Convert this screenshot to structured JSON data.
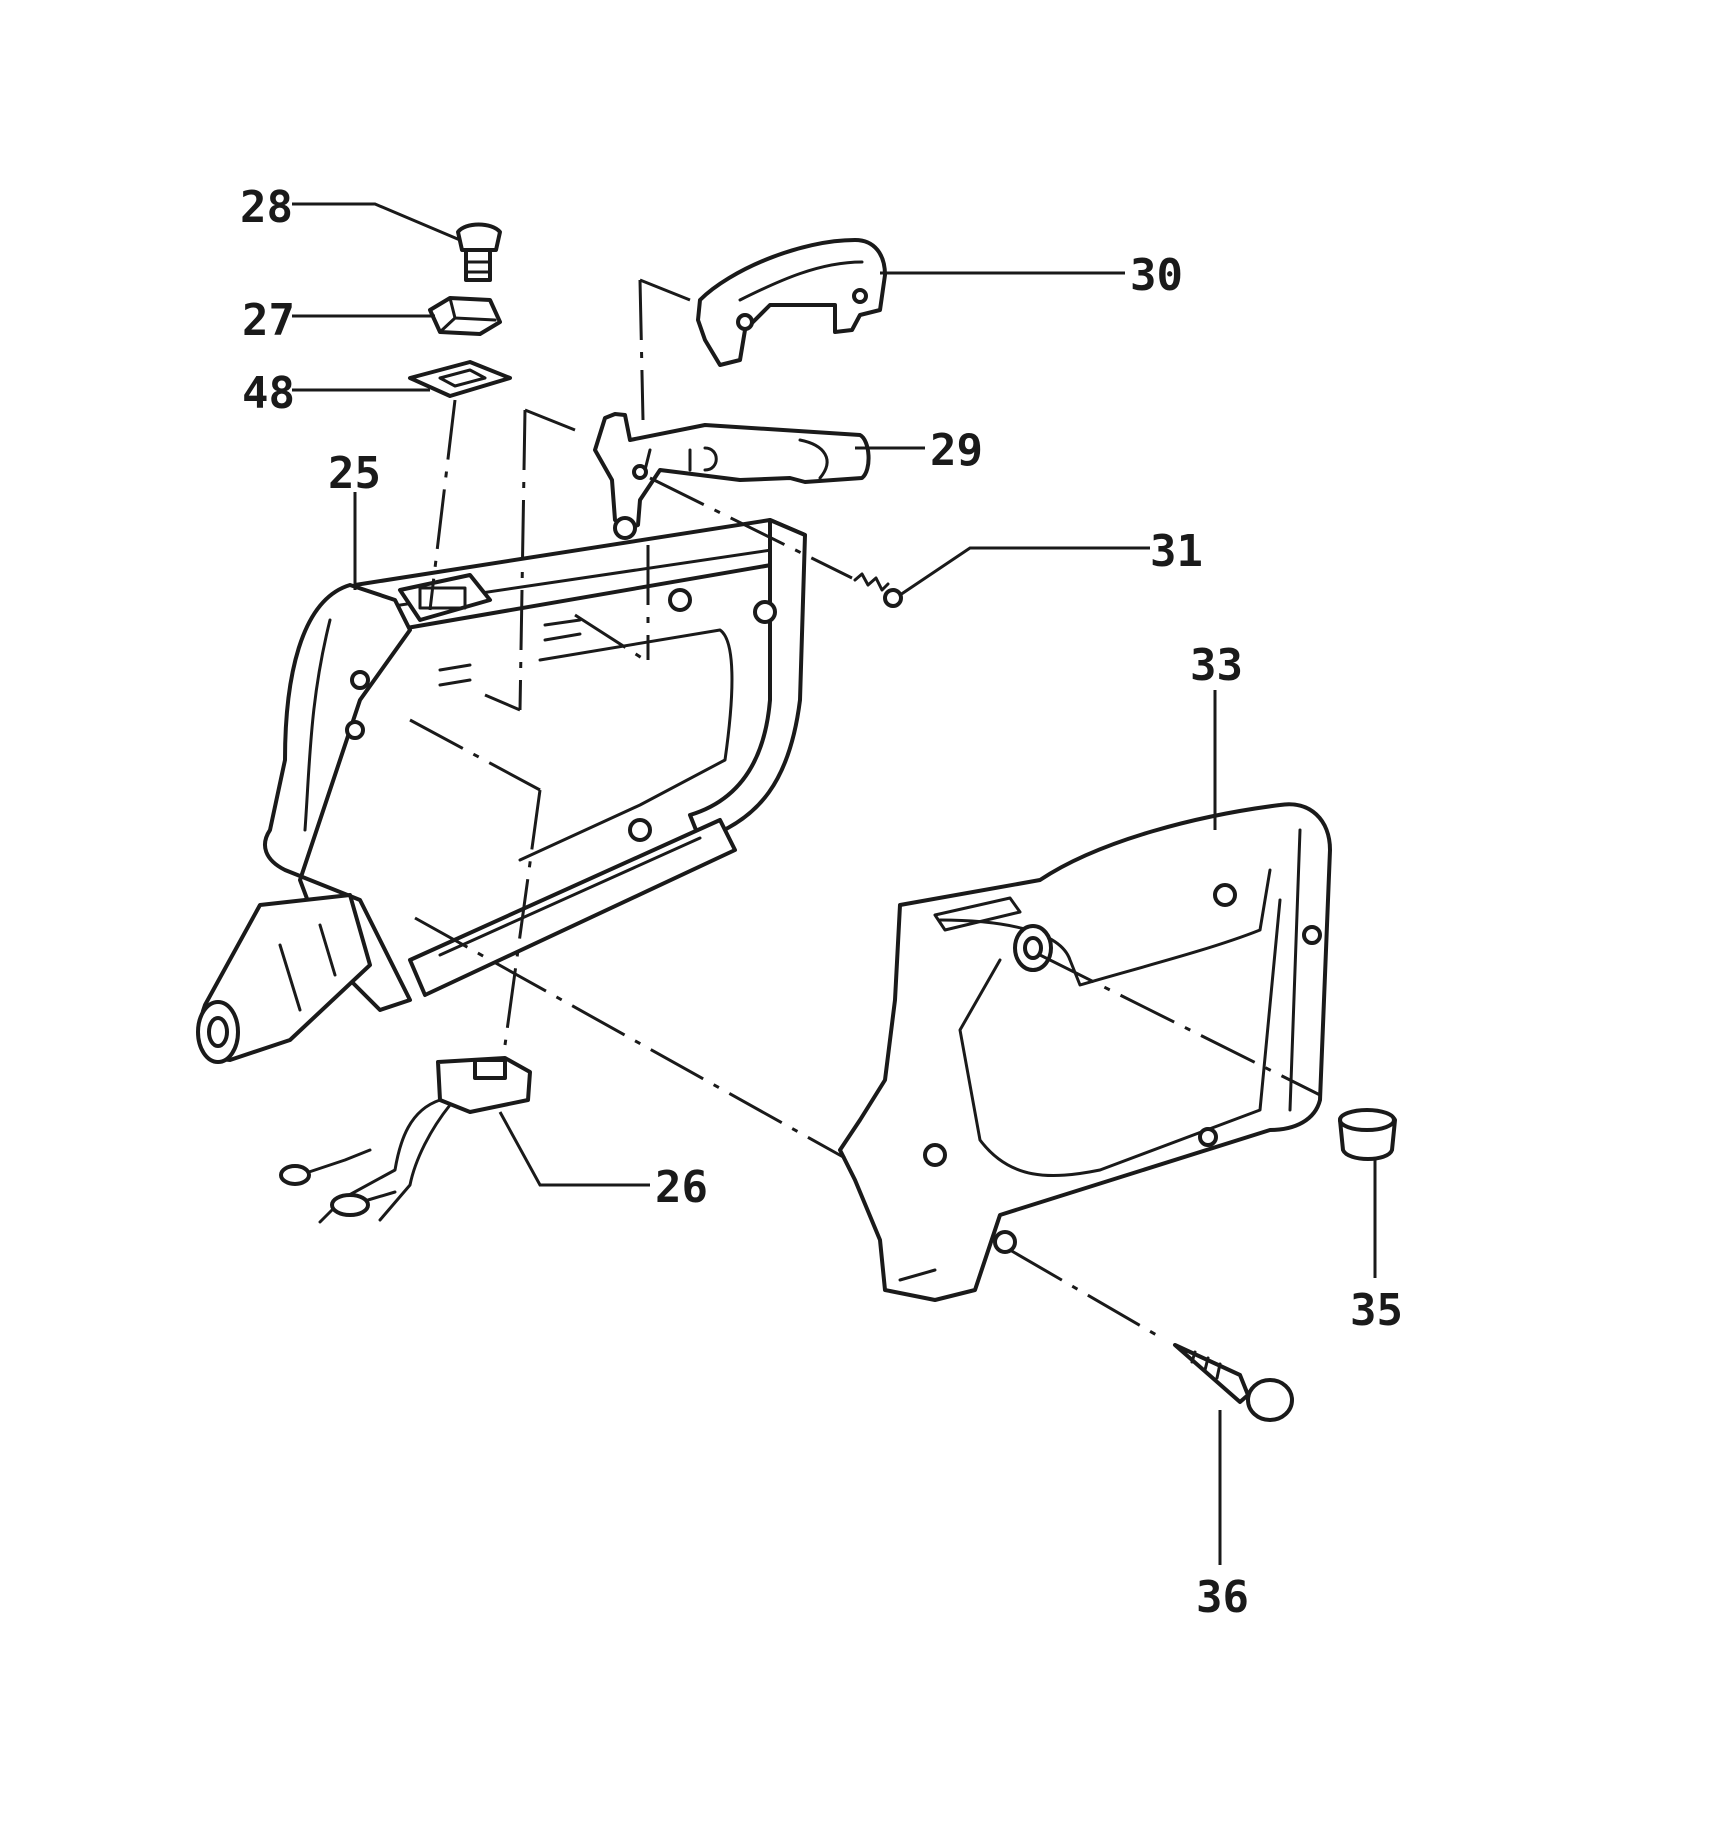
{
  "diagram": {
    "colors": {
      "ink": "#1a1a1a",
      "paper": "#ffffff"
    },
    "labels": {
      "p25": "25",
      "p26": "26",
      "p27": "27",
      "p28": "28",
      "p29": "29",
      "p30": "30",
      "p31": "31",
      "p33": "33",
      "p35": "35",
      "p36": "36",
      "p48": "48"
    }
  }
}
